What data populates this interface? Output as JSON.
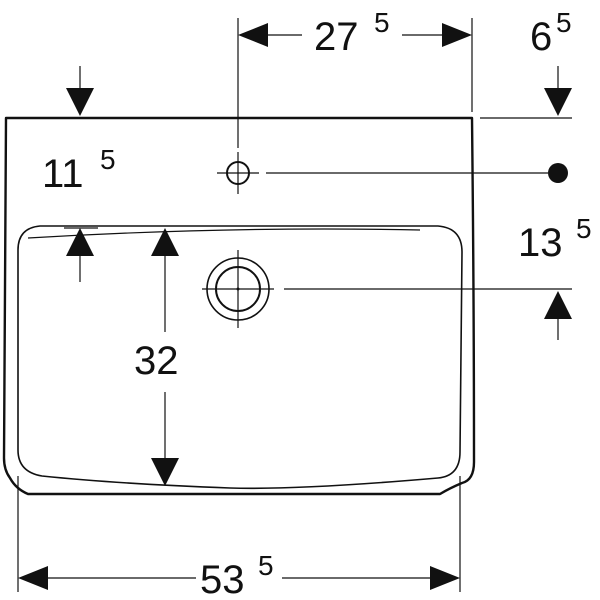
{
  "dimensions": {
    "top_width": {
      "main": "27",
      "sup": "5"
    },
    "right_offset": {
      "main": "6",
      "sup": "5"
    },
    "tap_hole_depth": {
      "main": "11",
      "sup": "5"
    },
    "drain_offset": {
      "main": "13",
      "sup": "5"
    },
    "bowl_depth": {
      "main": "32",
      "sup": ""
    },
    "overall_width": {
      "main": "53",
      "sup": "5"
    }
  },
  "colors": {
    "line": "#111111",
    "background": "#ffffff"
  }
}
